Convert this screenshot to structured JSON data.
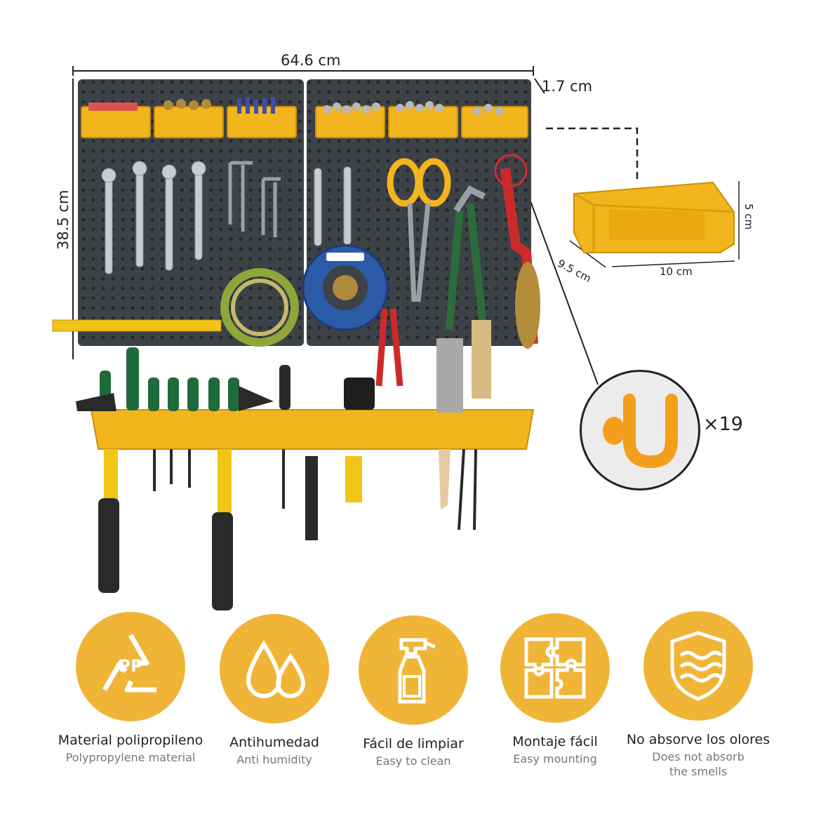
{
  "dimensions": {
    "width": "64.6 cm",
    "depth": "1.7 cm",
    "height": "38.5 cm",
    "bin_height": "5 cm",
    "bin_depth": "9.5 cm",
    "bin_width": "10 cm"
  },
  "hooks": {
    "count_label": "×19"
  },
  "colors": {
    "accent": "#f0b537",
    "board": "#3d4247",
    "bin": "#f2b51d"
  },
  "features": [
    {
      "title": "Material  polipropileno",
      "subtitle": "Polypropylene material",
      "icon": "recycle-pp-icon",
      "badge": "PP"
    },
    {
      "title": "Antihumedad",
      "subtitle": "Anti humidity",
      "icon": "water-drops-icon"
    },
    {
      "title": "Fácil de limpiar",
      "subtitle": "Easy to clean",
      "icon": "spray-bottle-icon"
    },
    {
      "title": "Montaje fácil",
      "subtitle": "Easy mounting",
      "icon": "puzzle-icon"
    },
    {
      "title": "No absorve los olores",
      "subtitle": "Does not absorb the smells",
      "icon": "shield-waves-icon"
    }
  ]
}
